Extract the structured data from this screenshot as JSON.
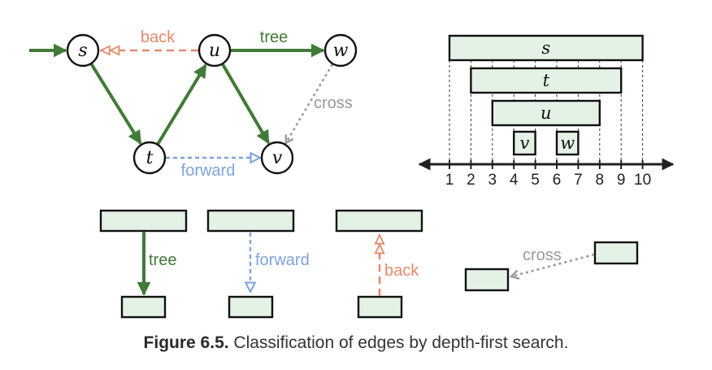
{
  "colors": {
    "tree": "#427a37",
    "back": "#e6896a",
    "forward": "#7ba4d9",
    "cross": "#999999",
    "box_fill": "#e4f2e6",
    "stroke": "#111111",
    "text": "#333333"
  },
  "graph": {
    "nodes": [
      {
        "id": "s",
        "label": "s"
      },
      {
        "id": "u",
        "label": "u"
      },
      {
        "id": "w",
        "label": "w"
      },
      {
        "id": "t",
        "label": "t"
      },
      {
        "id": "v",
        "label": "v"
      }
    ],
    "edges": [
      {
        "from": "start",
        "to": "s",
        "type": "tree",
        "label": ""
      },
      {
        "from": "u",
        "to": "s",
        "type": "back",
        "label": "back"
      },
      {
        "from": "u",
        "to": "w",
        "type": "tree",
        "label": "tree"
      },
      {
        "from": "s",
        "to": "t",
        "type": "tree",
        "label": ""
      },
      {
        "from": "t",
        "to": "u",
        "type": "tree",
        "label": ""
      },
      {
        "from": "u",
        "to": "v",
        "type": "tree",
        "label": ""
      },
      {
        "from": "w",
        "to": "v",
        "type": "cross",
        "label": "cross"
      },
      {
        "from": "t",
        "to": "v",
        "type": "forward",
        "label": "forward"
      }
    ]
  },
  "intervals": {
    "axis_ticks": [
      "1",
      "2",
      "3",
      "4",
      "5",
      "6",
      "7",
      "8",
      "9",
      "10"
    ],
    "bars": [
      {
        "label": "s",
        "start": 1,
        "end": 10
      },
      {
        "label": "t",
        "start": 2,
        "end": 9
      },
      {
        "label": "u",
        "start": 3,
        "end": 8
      },
      {
        "label": "v",
        "start": 4,
        "end": 5
      },
      {
        "label": "w",
        "start": 6,
        "end": 7
      }
    ]
  },
  "legend": [
    {
      "type": "tree",
      "label": "tree"
    },
    {
      "type": "forward",
      "label": "forward"
    },
    {
      "type": "back",
      "label": "back"
    },
    {
      "type": "cross",
      "label": "cross"
    }
  ],
  "caption": {
    "prefix": "Figure 6.5.",
    "text": " Classification of edges by depth-first search."
  }
}
